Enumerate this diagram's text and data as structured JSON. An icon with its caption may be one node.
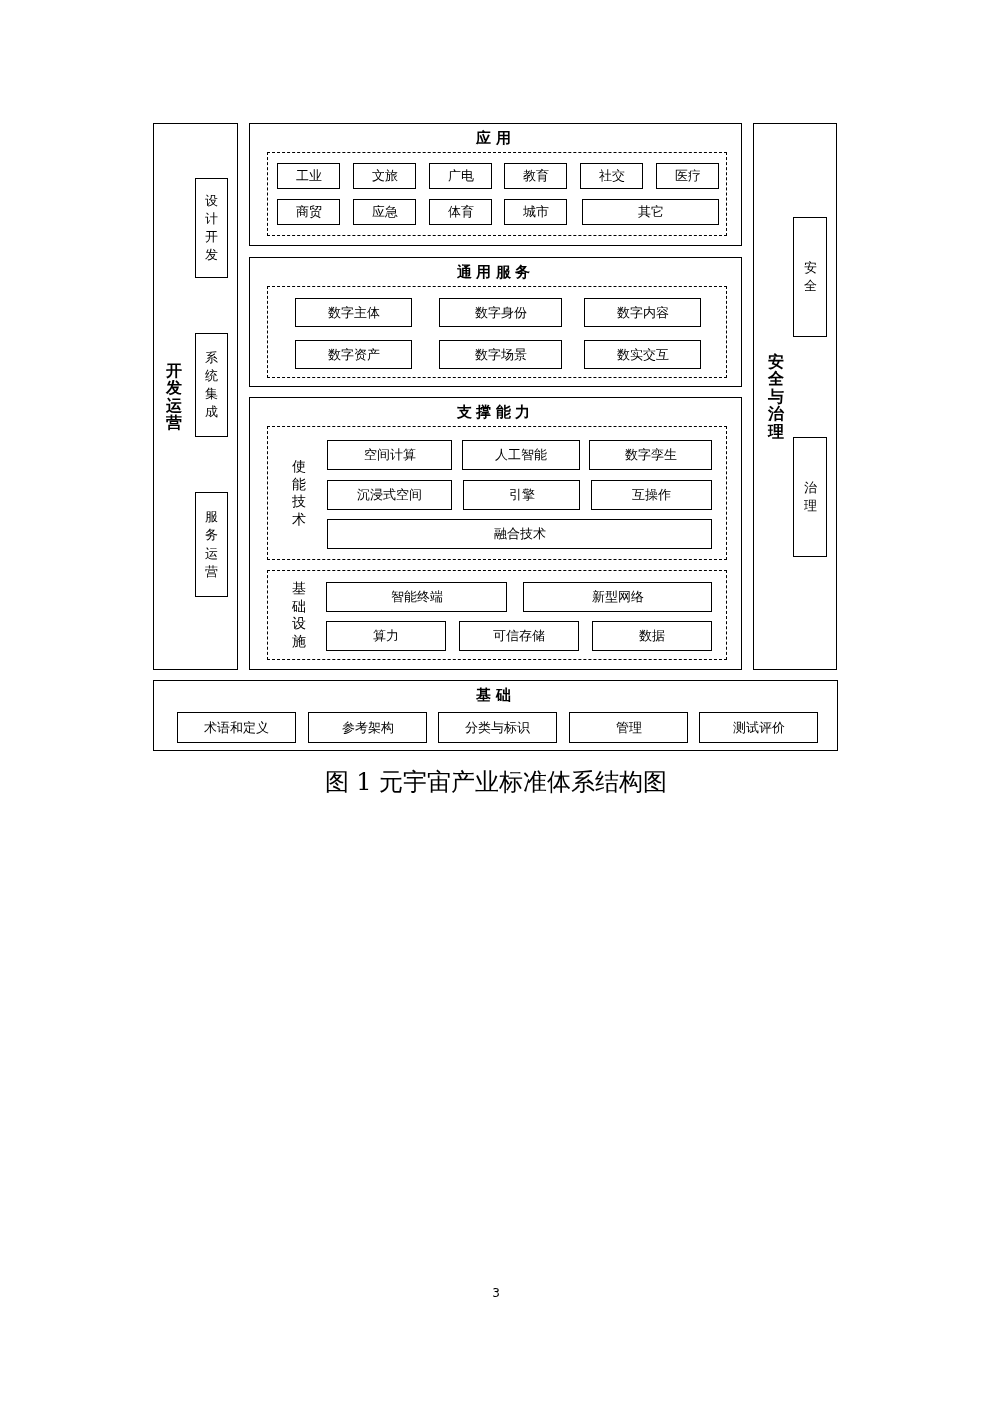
{
  "diagram": {
    "caption": "图 1 元宇宙产业标准体系结构图",
    "nodes": [
      {
        "text": [
          "开发运营"
        ]
      },
      {
        "text": [
          "设计开发"
        ],
        "in": 0
      },
      {
        "text": [
          "系统集成"
        ],
        "in": 0
      },
      {
        "text": [
          "服务运营"
        ],
        "in": 0
      },
      {
        "text": [
          "应用"
        ]
      },
      {
        "text": [],
        "shape": "box",
        "in": 4
      },
      {
        "text": [
          "工业"
        ],
        "in": 5
      },
      {
        "text": [
          "文旅"
        ],
        "in": 5
      },
      {
        "text": [
          "广电"
        ],
        "in": 5
      },
      {
        "text": [
          "教育"
        ],
        "in": 5
      },
      {
        "text": [
          "社交"
        ],
        "in": 5
      },
      {
        "text": [
          "医疗"
        ],
        "in": 5
      },
      {
        "text": [
          "商贸"
        ],
        "in": 5
      },
      {
        "text": [
          "应急"
        ],
        "in": 5
      },
      {
        "text": [
          "体育"
        ],
        "in": 5
      },
      {
        "text": [
          "城市"
        ],
        "in": 5
      },
      {
        "text": [
          "其它"
        ],
        "in": 5
      },
      {
        "text": [
          "通用服务"
        ]
      },
      {
        "text": [],
        "shape": "box",
        "in": 17
      },
      {
        "text": [
          "数字主体"
        ],
        "in": 18
      },
      {
        "text": [
          "数字身份"
        ],
        "in": 18
      },
      {
        "text": [
          "数字内容"
        ],
        "in": 18
      },
      {
        "text": [
          "数字资产"
        ],
        "in": 18
      },
      {
        "text": [
          "数字场景"
        ],
        "in": 18
      },
      {
        "text": [
          "数实交互"
        ],
        "in": 18
      },
      {
        "text": [
          "支撑能力"
        ]
      },
      {
        "text": [
          "使能技术"
        ],
        "in": 25
      },
      {
        "text": [
          "空间计算"
        ],
        "in": 26
      },
      {
        "text": [
          "人工智能"
        ],
        "in": 26
      },
      {
        "text": [
          "数字孪生"
        ],
        "in": 26
      },
      {
        "text": [
          "沉浸式空间"
        ],
        "in": 26
      },
      {
        "text": [
          "引擎"
        ],
        "in": 26
      },
      {
        "text": [
          "互操作"
        ],
        "in": 26
      },
      {
        "text": [
          "融合技术"
        ],
        "in": 26
      },
      {
        "text": [
          "基础设施"
        ],
        "in": 25
      },
      {
        "text": [
          "智能终端"
        ],
        "in": 34
      },
      {
        "text": [
          "新型网络"
        ],
        "in": 34
      },
      {
        "text": [
          "算力"
        ],
        "in": 34
      },
      {
        "text": [
          "可信存储"
        ],
        "in": 34
      },
      {
        "text": [
          "数据"
        ],
        "in": 34
      },
      {
        "text": [
          "安全与治理"
        ]
      },
      {
        "text": [
          "安全"
        ],
        "in": 40
      },
      {
        "text": [
          "治理"
        ],
        "in": 40
      },
      {
        "text": [
          "基础"
        ]
      },
      {
        "text": [
          "术语和定义"
        ],
        "in": 43
      },
      {
        "text": [
          "参考架构"
        ],
        "in": 43
      },
      {
        "text": [
          "分类与标识"
        ],
        "in": 43
      },
      {
        "text": [
          "管理"
        ],
        "in": 43
      },
      {
        "text": [
          "测试评价"
        ],
        "in": 43
      }
    ],
    "labels": [
      "3"
    ]
  }
}
